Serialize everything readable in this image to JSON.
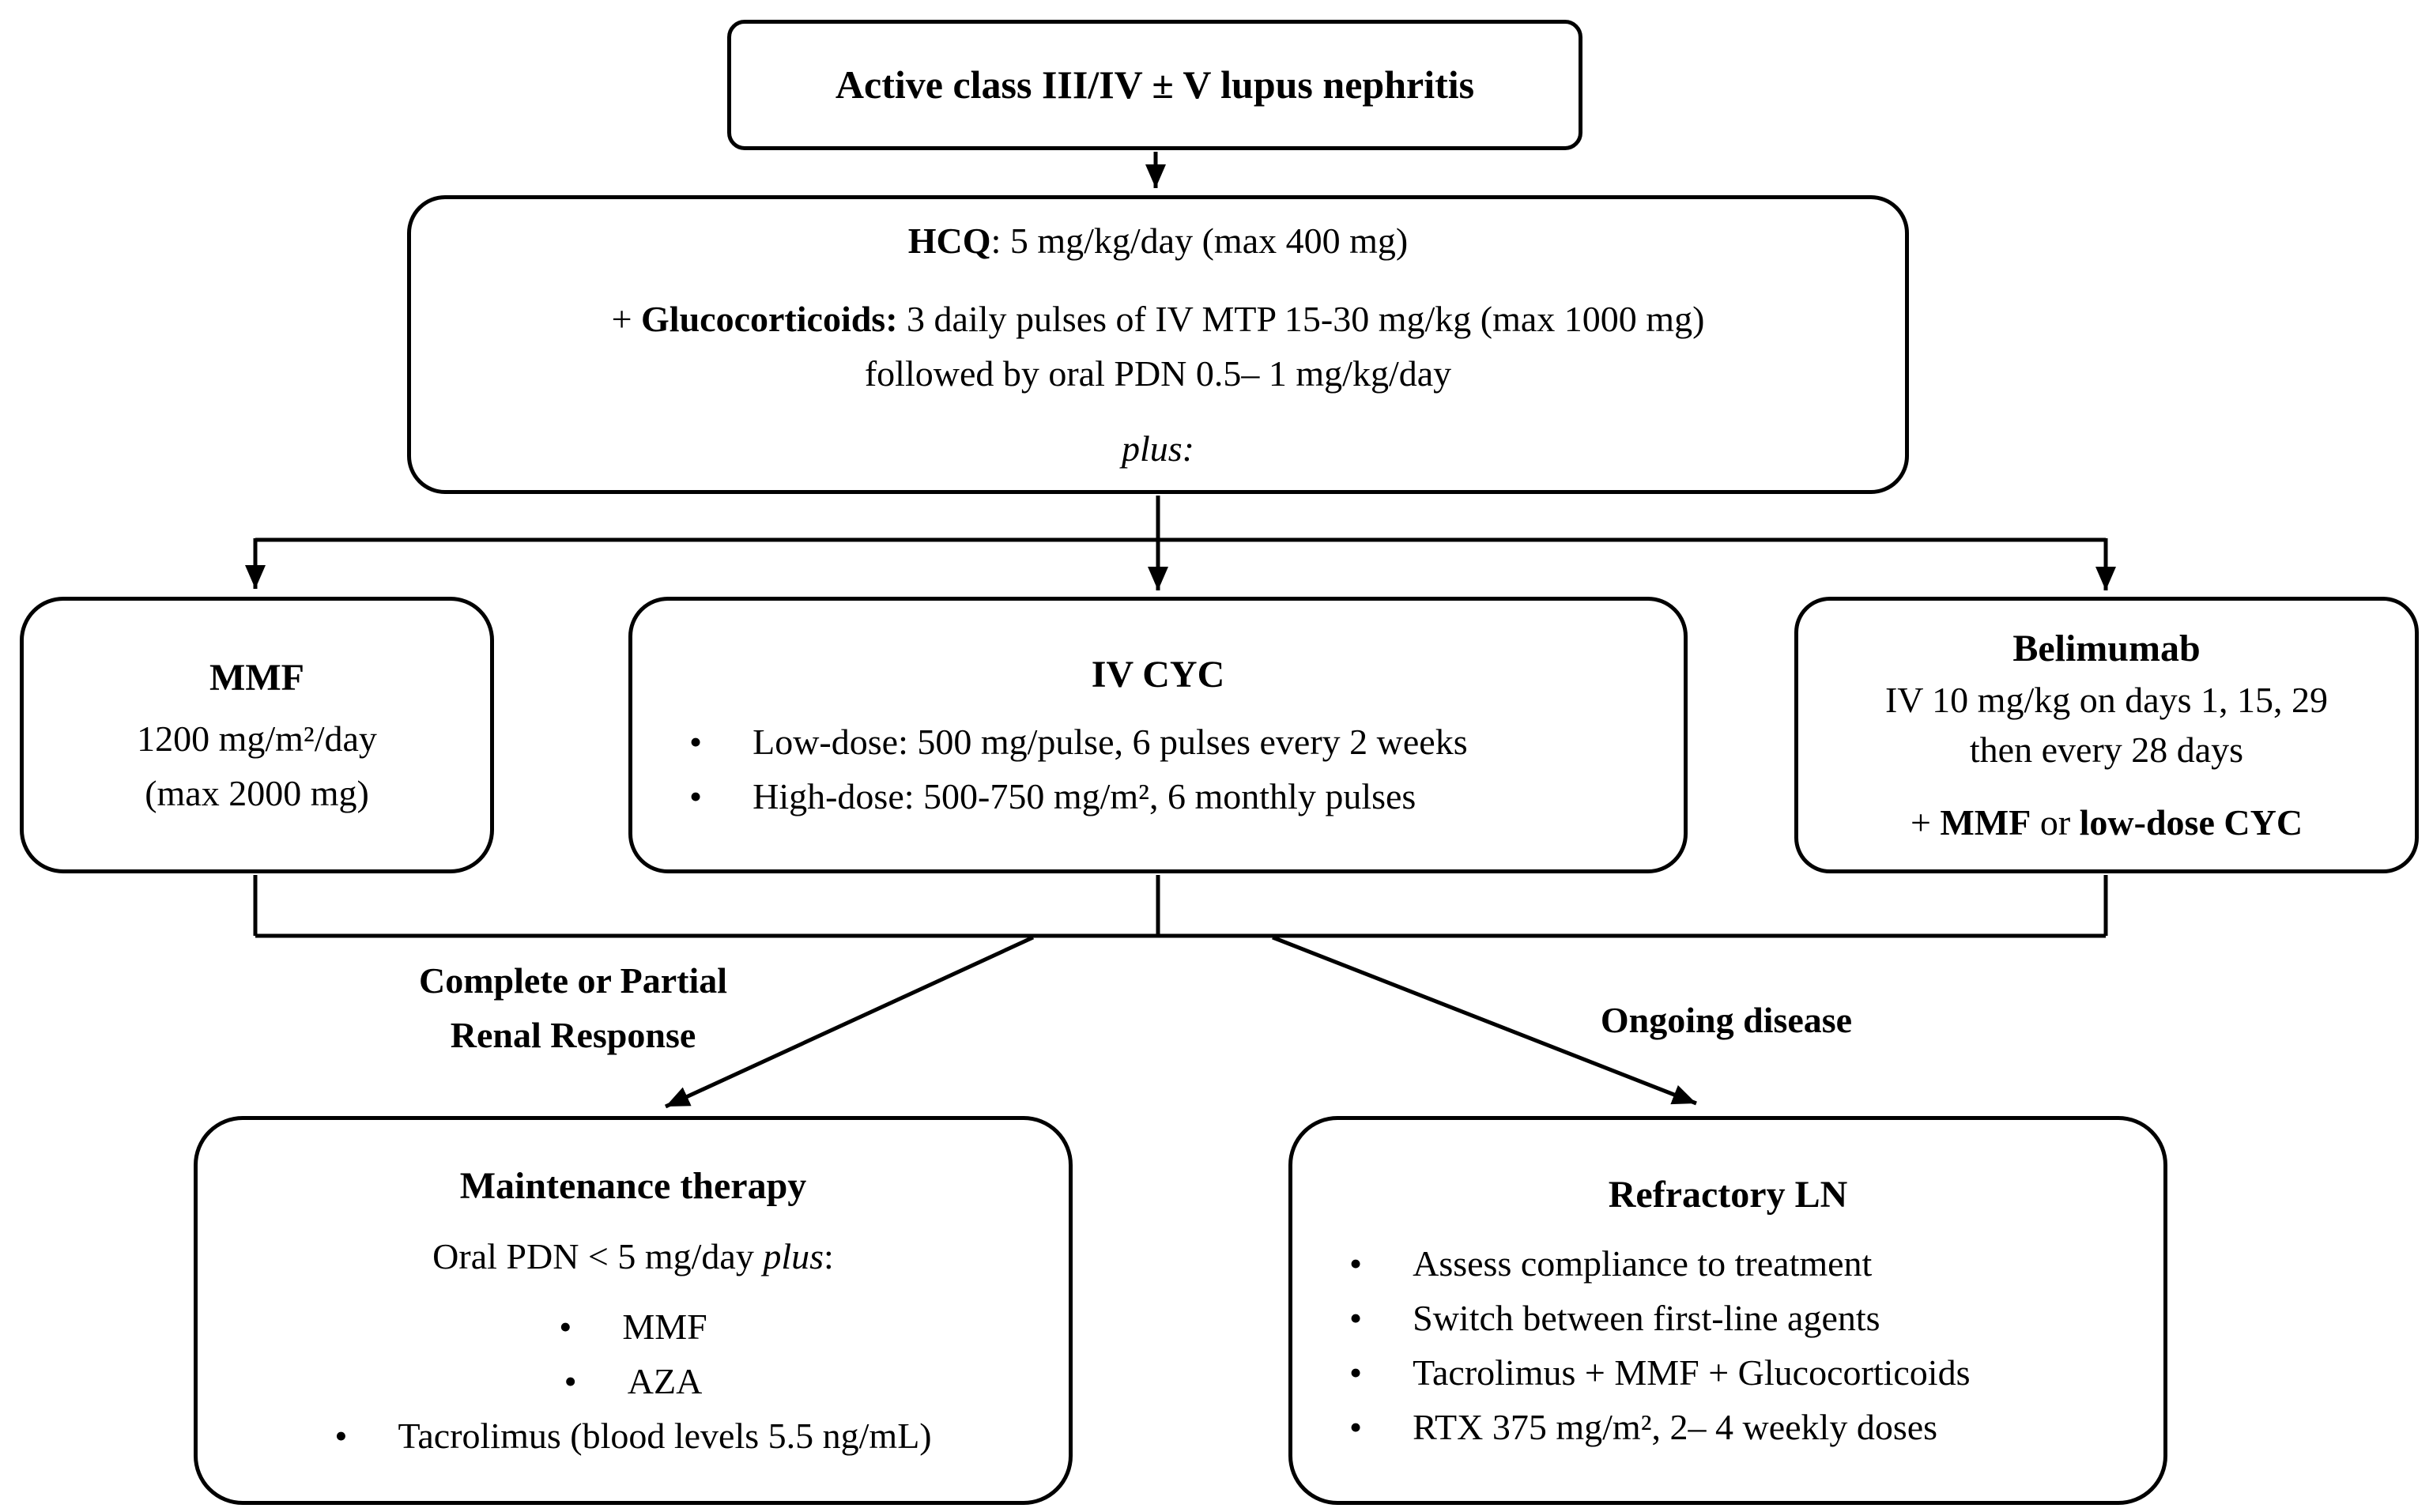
{
  "colors": {
    "ink": "#000000",
    "background": "#ffffff"
  },
  "top_box": {
    "text": "Active class III/IV ± V lupus nephritis"
  },
  "induction": {
    "l1": [
      "HCQ",
      ": 5 mg/kg/day (max 400 mg)"
    ],
    "l2": [
      "+ ",
      "Glucocorticoids:",
      " 3 daily pulses of IV MTP 15-30 mg/kg (max 1000 mg)"
    ],
    "l3": "followed by oral PDN 0.5– 1 mg/kg/day",
    "l4": "plus:"
  },
  "mmf": {
    "title": "MMF",
    "l1": "1200 mg/m²/day",
    "l2": "(max 2000 mg)"
  },
  "ivcyc": {
    "title": "IV CYC",
    "bullet": "•",
    "items": [
      "Low-dose: 500 mg/pulse, 6 pulses every 2 weeks",
      "High-dose: 500-750 mg/m², 6 monthly pulses"
    ]
  },
  "belimumab": {
    "title": "Belimumab",
    "l1": "IV 10 mg/kg on days 1, 15, 29",
    "l2": "then every 28 days",
    "l3": [
      "+ ",
      "MMF",
      " or ",
      "low-dose CYC"
    ]
  },
  "branch_labels": {
    "left1": "Complete or Partial",
    "left2": "Renal Response",
    "right": "Ongoing disease"
  },
  "maintenance": {
    "title": "Maintenance therapy",
    "intro": [
      "Oral PDN < 5 mg/day ",
      "plus",
      ":"
    ],
    "bullet": "•",
    "items": [
      "MMF",
      "AZA",
      "Tacrolimus (blood levels 5.5 ng/mL)"
    ]
  },
  "refractory": {
    "title": "Refractory LN",
    "bullet": "•",
    "items": [
      "Assess compliance to treatment",
      "Switch between first-line agents",
      "Tacrolimus + MMF + Glucocorticoids",
      "RTX 375 mg/m², 2– 4 weekly doses"
    ]
  }
}
